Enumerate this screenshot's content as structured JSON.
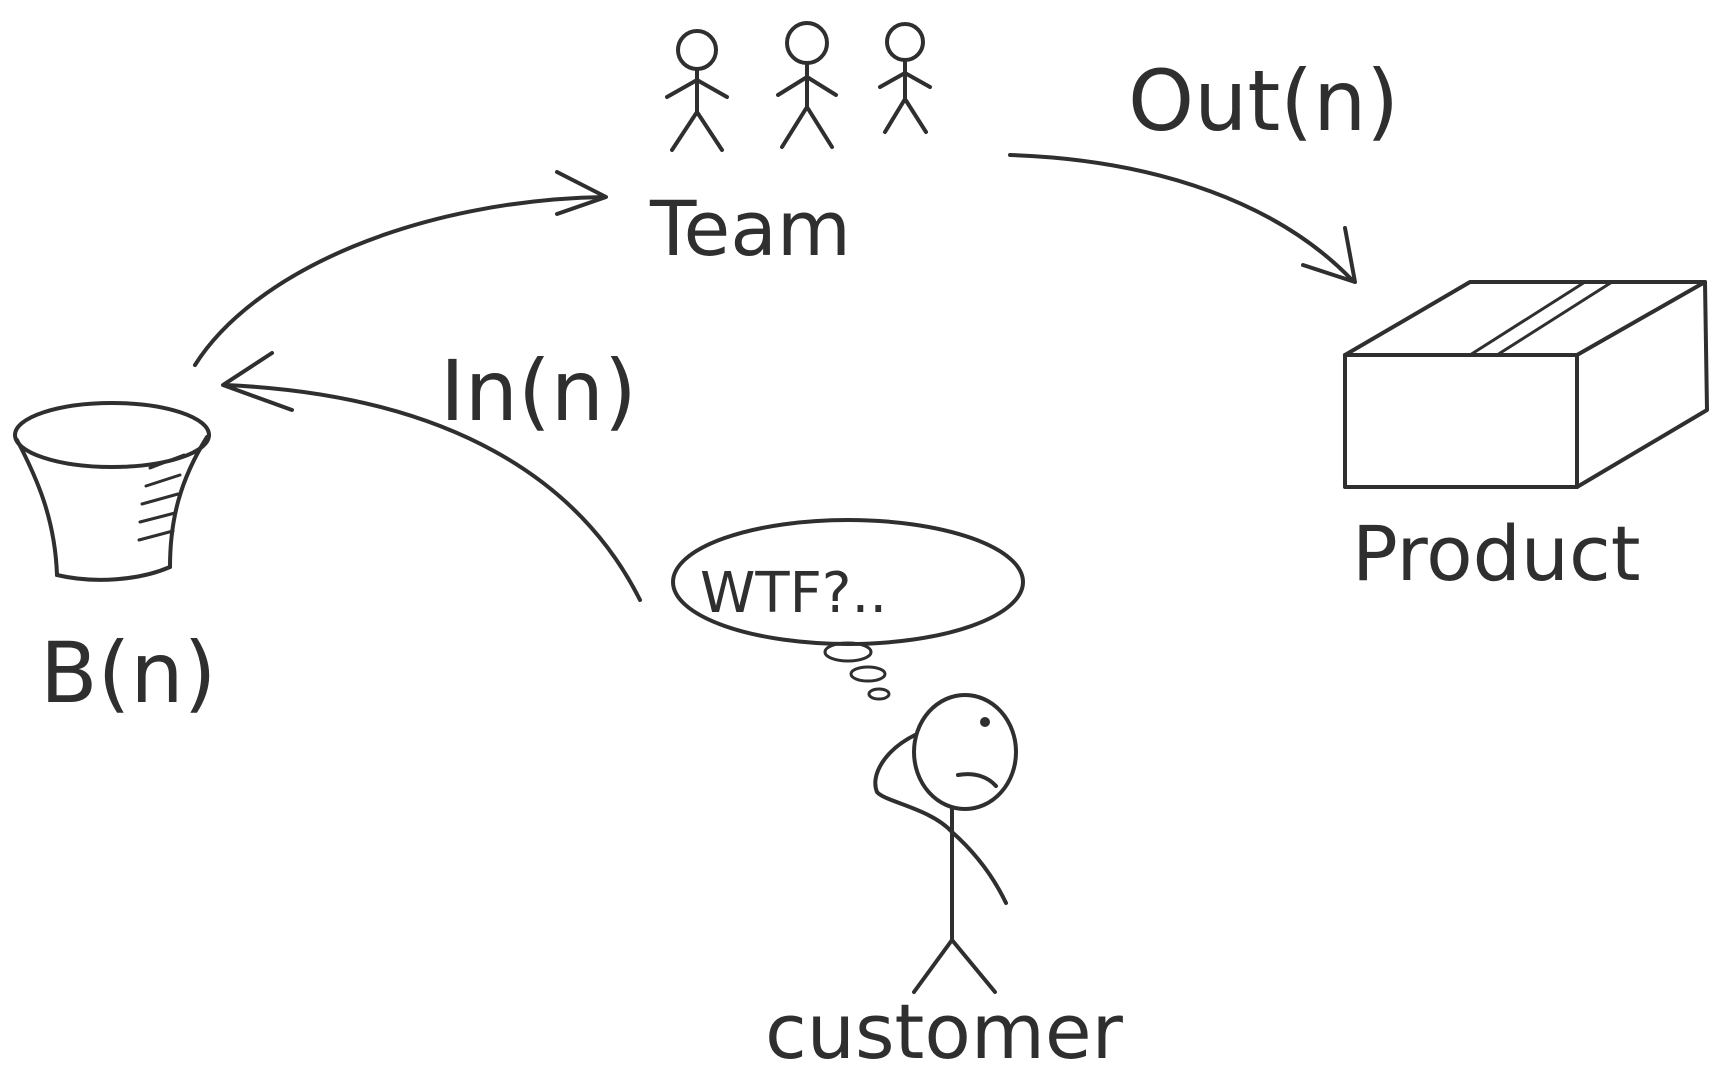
{
  "diagram": {
    "labels": {
      "team": "Team",
      "out": "Out(n)",
      "product": "Product",
      "in": "In(n)",
      "backlog": "B(n)",
      "thought": "WTF?..",
      "customer": "customer"
    },
    "colors": {
      "ink": "#2f2f2f",
      "background": "#ffffff"
    }
  }
}
